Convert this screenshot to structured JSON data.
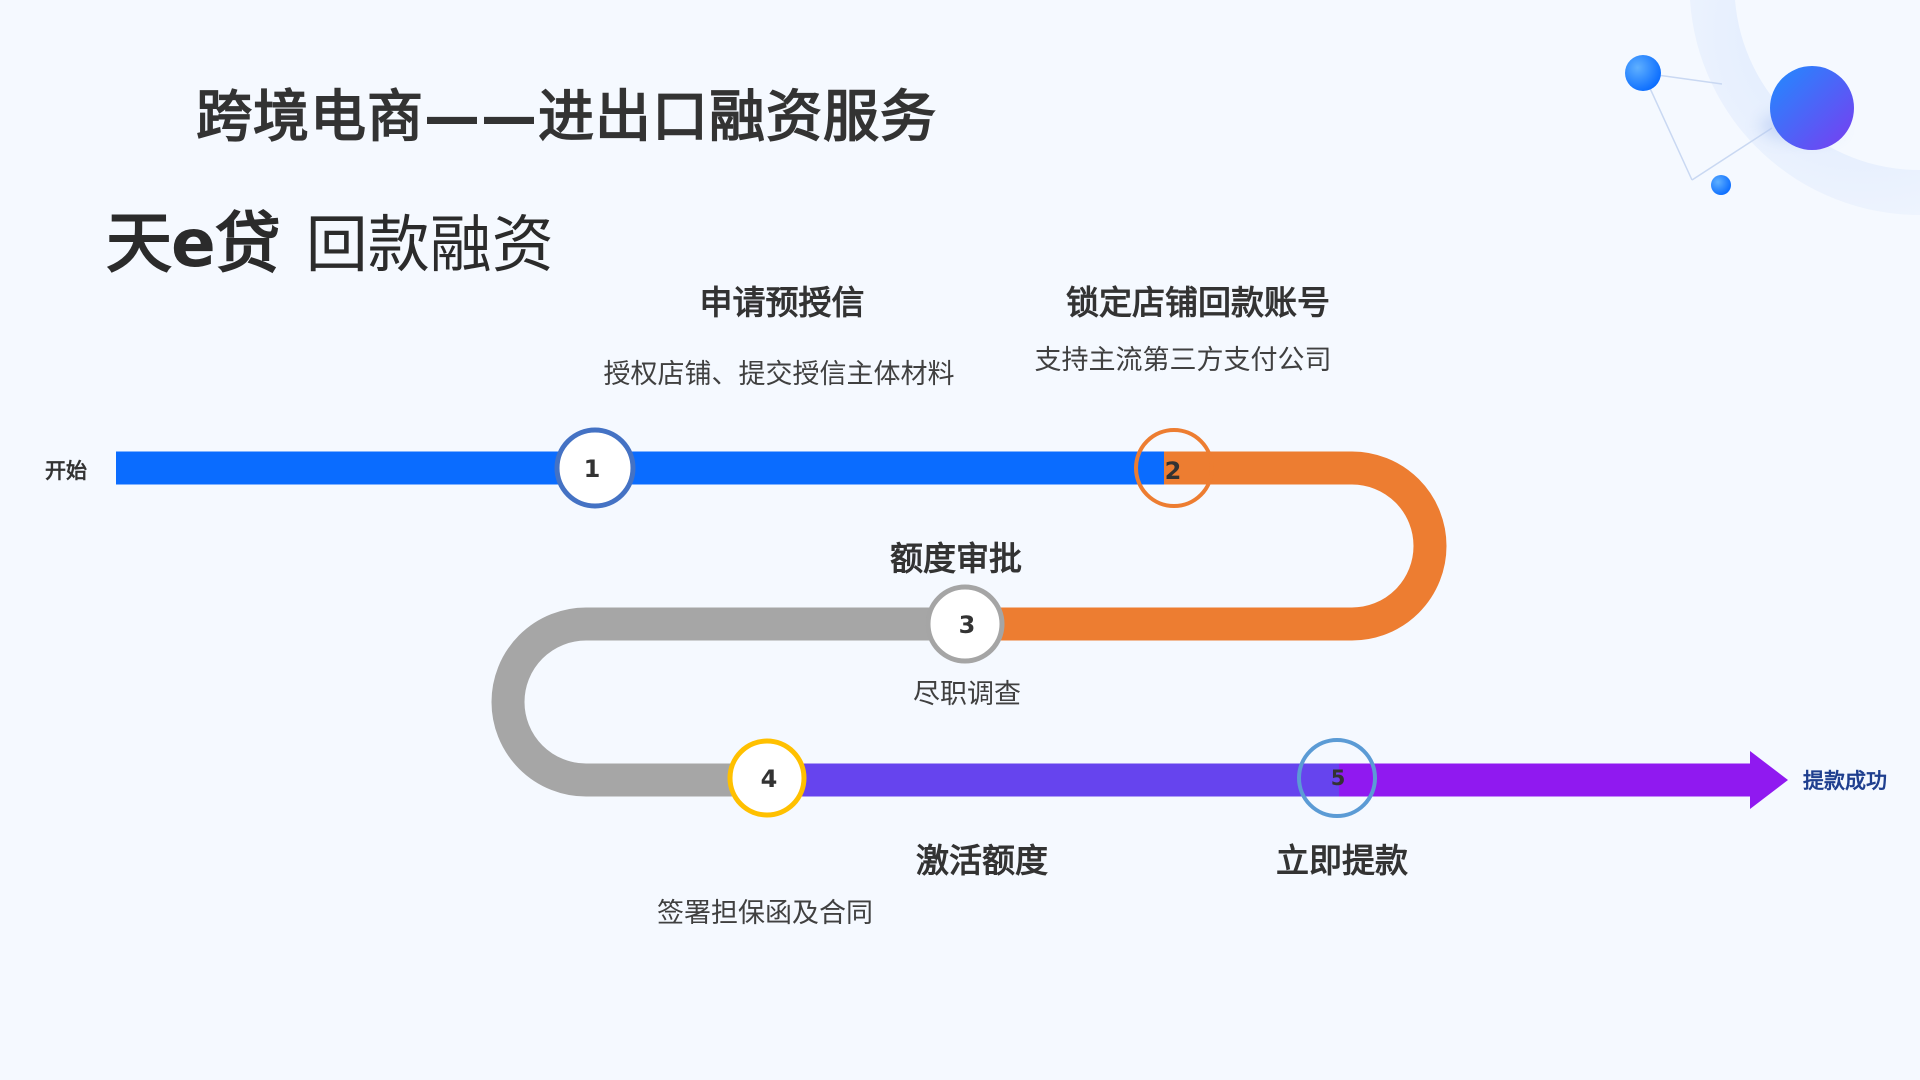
{
  "title": "跨境电商——进出口融资服务",
  "product": {
    "brand": "天e贷",
    "name": "回款融资"
  },
  "flow": {
    "start_label": "开始",
    "end_label": "提款成功",
    "steps": [
      {
        "number": "1",
        "title": "申请预授信",
        "desc": "授权店铺、提交授信主体材料",
        "color": "#4472c4"
      },
      {
        "number": "2",
        "title": "锁定店铺回款账号",
        "desc": "支持主流第三方支付公司",
        "color": "#ed7d31"
      },
      {
        "number": "3",
        "title": "额度审批",
        "desc": "尽职调查",
        "color": "#a5a5a5"
      },
      {
        "number": "4",
        "title": "激活额度",
        "desc": "签署担保函及合同",
        "color": "#ffc000"
      },
      {
        "number": "5",
        "title": "立即提款",
        "desc": "",
        "color": "#5b9bd5"
      }
    ]
  },
  "colors": {
    "segment_blue": "#0a6cff",
    "segment_orange": "#ed7d31",
    "segment_gray": "#a6a6a6",
    "segment_indigo": "#6644ee",
    "segment_purple": "#9019f0",
    "end_label": "#1f3f8f"
  }
}
